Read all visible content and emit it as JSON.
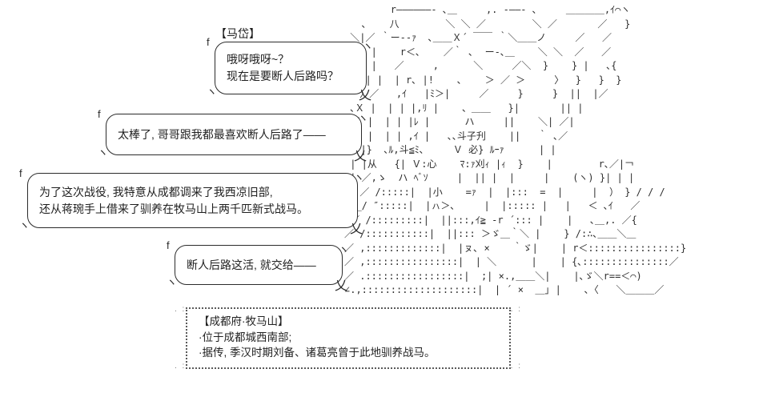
{
  "scene": {
    "bg_color": "#ffffff",
    "ink_color": "#2b2b2b"
  },
  "frame_glyphs": {
    "tl": "f",
    "tr": "ヽ",
    "bl": "ヽ",
    "br": "乂"
  },
  "bubbles": [
    {
      "label": "【马岱】",
      "lines": [
        "哦呀哦呀~？",
        "现在是要断人后路吗？"
      ]
    },
    {
      "label": "",
      "lines": [
        "太棒了, 哥哥跟我都最喜欢断人后路了——"
      ]
    },
    {
      "label": "",
      "lines": [
        "为了这次战役, 我特意从成都调来了我西凉旧部,",
        "还从蒋琬手上借来了驯养在牧马山上两千匹新式战马。"
      ]
    },
    {
      "label": "",
      "lines": [
        "断人后路这活, 就交给——"
      ]
    }
  ],
  "info_box": {
    "corner_dots": ". :",
    "lines": [
      "【成都府·牧马山】",
      "·位于成都城西南部;",
      "·据传, 季汉时期刘备、诸葛亮曾于此地驯养战马。"
    ]
  },
  "ascii_art": {
    "lines": [
      "        r――――――- ､＿     ,. -――- ､     ＿＿＿＿,ｲ⌒ヽ",
      "   ､    八        ＼ ＼ ／        ＼ ／       ／   }",
      " ＼|／ ｀ー--ｧ  ､＿＿Ｘ´ ￣￣ ｀＼＿＿ノ     ／   ／",
      "  Ｘ |    r＜､    ／｀ ､  ー-､＿    ＼ ＼  ／   ／",
      " ／| |   ／     ,      ＼     ／＼  }    } |   ､{",
      "〈  | |  | r､ |!    ､    ＞ ／ ＞     〉  }   }  }",
      " ｀〉／   ,ｲ   |ﾐ＞|     ／     }     }  ||  |／",
      " ､Ｘ |  | | |,ﾘ |    、＿＿   }|       || |",
      " || |  | | |ﾚ |      ハ     ||    ＼| ／|",
      " || |  | | ,ｲ |   ､､斗子刋    ||   ｀ ､／",
      " ､ |}  ､ﾙ,斗≦ﾐ､     Ｖ 必} ﾙｰｧ      | |",
      " | |从   {| Ｖ:心    ﾏ:ｧ刈ｨ |ｨ  }    |        r､／|￢",
      " | ／,ゝ  ハ ﾍﾞｿ     |  || |  |     |    (ヽ) }| | |",
      " Ｘ／ /:::::|  |小    =ｧ  |  |:::  =  |     |  ） } / / /",
      " ∠_/ ″:::::|  |ㇵ＞､     |  |::::: |   |   ＜ ､ｲ   ／",
      " ／ /:::::::::|  ||:::,ｲ≧ -r ´::: |    |   ､＿,. ／{",
      "／ /:::::::::::|  ||::: ＞ゞ＿｀＼ |    } /:∴､＿＿＼＿",
      "／ ,:::::::::::::|  |ㇴ､ ×    ｀ゞ|    | r＜::::::::::::::::}",
      "／ ,::::::::::::::::|  | ＼      |    | {､:::::::::::::::／",
      "／ .:::::::::::::::::|  ;| ×.,＿＿＼|    |､ゞ＼r==＜⌒)",
      "∠.,::::::::::::::::::::|  | ´ ×  ＿｣ |    ､〈   ＼＿＿＿／"
    ]
  }
}
